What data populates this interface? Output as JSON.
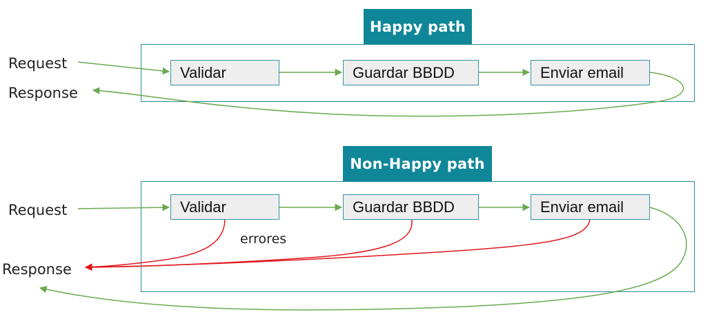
{
  "happy": {
    "title": "Happy path",
    "request_label": "Request",
    "response_label": "Response",
    "steps": [
      "Validar",
      "Guardar BBDD",
      "Enviar email"
    ]
  },
  "non_happy": {
    "title": "Non-Happy path",
    "request_label": "Request",
    "response_label": "Response",
    "steps": [
      "Validar",
      "Guardar BBDD",
      "Enviar email"
    ],
    "error_label": "errores"
  },
  "colors": {
    "panel_border": "#1f8a99",
    "title_bg": "#0f8798",
    "step_bg": "#eeeeee",
    "success_arrow": "#6aaa4f",
    "error_arrow": "#e0161b"
  }
}
